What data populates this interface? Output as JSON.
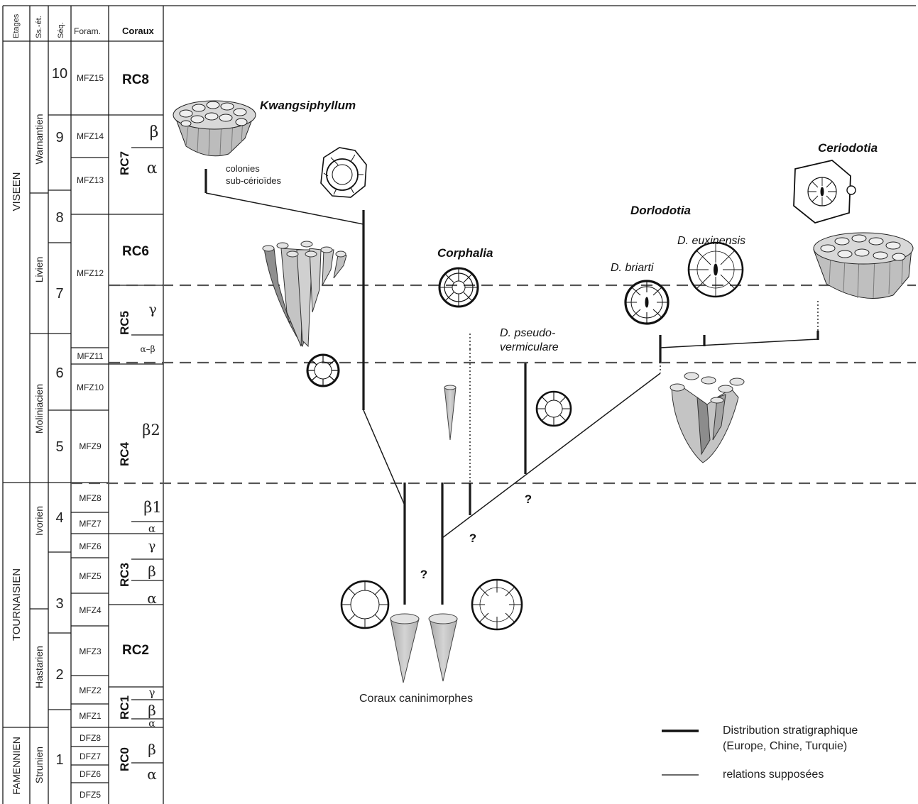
{
  "headers": {
    "etages": "Etages",
    "sous_etages": "Ss.-ét.",
    "sequences": "Séq.",
    "foram": "Foram.",
    "coraux": "Coraux"
  },
  "stages": [
    "VISEEN",
    "TOURNAISIEN",
    "FAMENNIEN"
  ],
  "substages": [
    "Warnantien",
    "Livien",
    "Moliniacien",
    "Ivorien",
    "Hastarien",
    "Strunien"
  ],
  "sequences": [
    "10",
    "9",
    "8",
    "7",
    "6",
    "5",
    "4",
    "3",
    "2",
    "1"
  ],
  "foram_zones": [
    "MFZ15",
    "MFZ14",
    "MFZ13",
    "MFZ12",
    "MFZ11",
    "MFZ10",
    "MFZ9",
    "MFZ8",
    "MFZ7",
    "MFZ6",
    "MFZ5",
    "MFZ4",
    "MFZ3",
    "MFZ2",
    "MFZ1",
    "DFZ8",
    "DFZ7",
    "DFZ6",
    "DFZ5"
  ],
  "coral_zones": [
    "RC8",
    "RC7",
    "RC6",
    "RC5",
    "RC4",
    "RC3",
    "RC2",
    "RC1",
    "RC0"
  ],
  "coral_subzones": {
    "rc7": [
      "β",
      "α"
    ],
    "rc5": [
      "γ",
      "α–β"
    ],
    "rc4": [
      "β2",
      "β1",
      "α"
    ],
    "rc3": [
      "γ",
      "β",
      "α"
    ],
    "rc1": [
      "γ",
      "β",
      "α"
    ],
    "rc0": [
      "β",
      "α"
    ]
  },
  "taxa": {
    "kwangsiphyllum": "Kwangsiphyllum",
    "colonies": "colonies",
    "colonies2": "sub-cérioïdes",
    "corphalia": "Corphalia",
    "dorlodotia": "Dorlodotia",
    "d_briarti": "D. briarti",
    "d_euxinensis": "D. euxinensis",
    "ceriodotia": "Ceriodotia",
    "d_pseudo_1": "D. pseudo-",
    "d_pseudo_2": "vermiculare",
    "caninimorphes": "Coraux caninimorphes"
  },
  "question_mark": "?",
  "legend": {
    "thick": "Distribution stratigraphique",
    "thick2": "(Europe, Chine, Turquie)",
    "thin": "relations supposées"
  },
  "colors": {
    "line": "#1a1a1a",
    "coral_fill": "#c8c8c8",
    "coral_dark": "#8c8c8c",
    "dash": "#555555"
  }
}
